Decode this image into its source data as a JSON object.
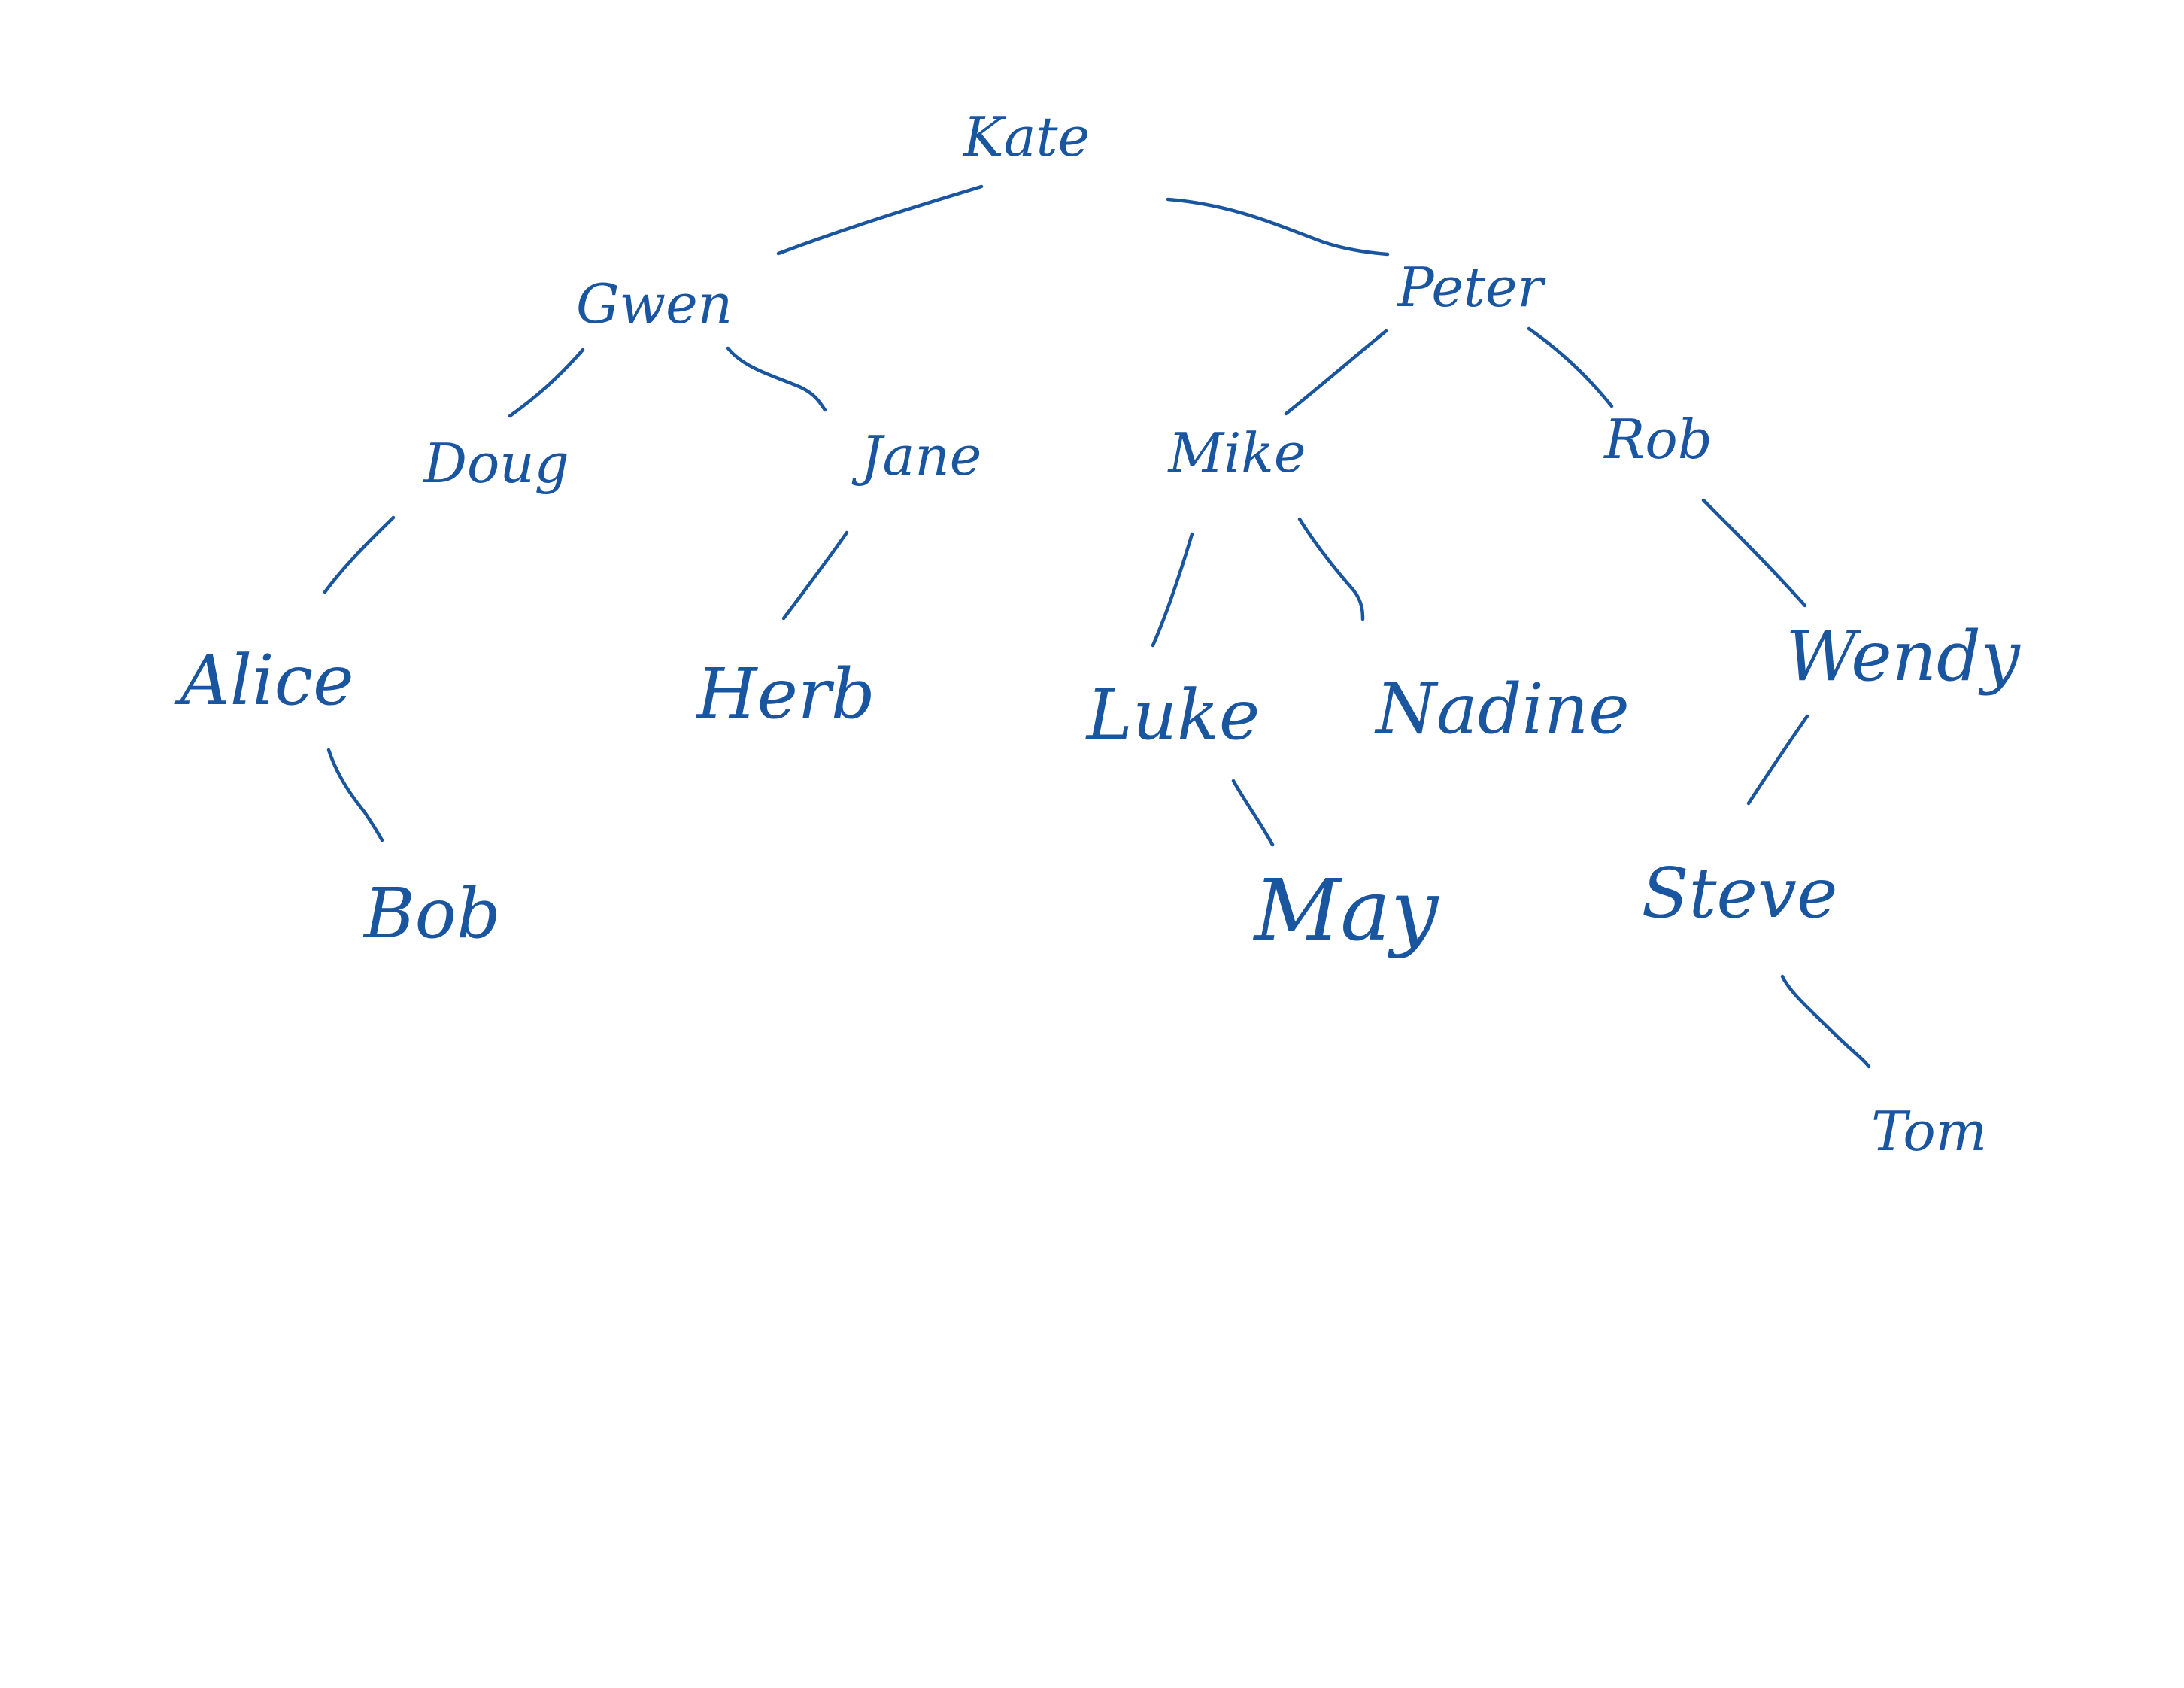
{
  "tree": {
    "nodes": {
      "kate": "Kate",
      "gwen": "Gwen",
      "peter": "Peter",
      "doug": "Doug",
      "jane": "Jane",
      "mike": "Mike",
      "rob": "Rob",
      "alice": "Alice",
      "herb": "Herb",
      "luke": "Luke",
      "nadine": "Nadine",
      "wendy": "Wendy",
      "bob": "Bob",
      "may": "May",
      "steve": "Steve",
      "tom": "Tom"
    },
    "edges": [
      [
        "kate",
        "gwen"
      ],
      [
        "kate",
        "peter"
      ],
      [
        "gwen",
        "doug"
      ],
      [
        "gwen",
        "jane"
      ],
      [
        "peter",
        "mike"
      ],
      [
        "peter",
        "rob"
      ],
      [
        "doug",
        "alice"
      ],
      [
        "jane",
        "herb"
      ],
      [
        "mike",
        "luke"
      ],
      [
        "mike",
        "nadine"
      ],
      [
        "rob",
        "wendy"
      ],
      [
        "alice",
        "bob"
      ],
      [
        "luke",
        "may"
      ],
      [
        "wendy",
        "steve"
      ],
      [
        "steve",
        "tom"
      ]
    ],
    "ink_color": "#1a56a0"
  }
}
